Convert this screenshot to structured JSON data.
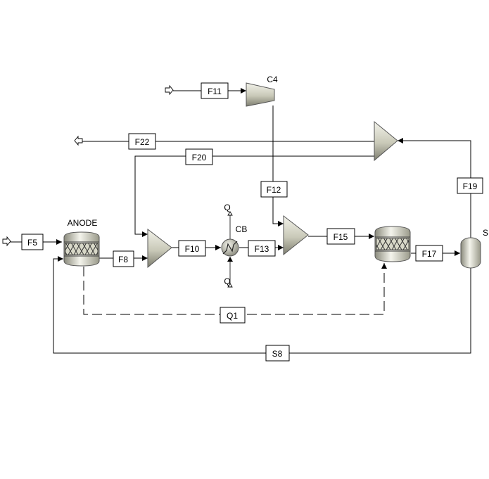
{
  "blocks": {
    "anode": "ANODE",
    "cb": "CB",
    "c4": "C4",
    "s": "S",
    "q_top": "Q",
    "q_bottom": "Q"
  },
  "streams": {
    "f5": "F5",
    "f8": "F8",
    "f10": "F10",
    "f11": "F11",
    "f12": "F12",
    "f13": "F13",
    "f15": "F15",
    "f17": "F17",
    "f19": "F19",
    "f20": "F20",
    "f22": "F22",
    "q1": "Q1",
    "s8": "S8"
  },
  "colors": {
    "equipment_light": "#f4f4ec",
    "equipment_mid": "#c9c9b8",
    "equipment_dark": "#7e7e70"
  }
}
